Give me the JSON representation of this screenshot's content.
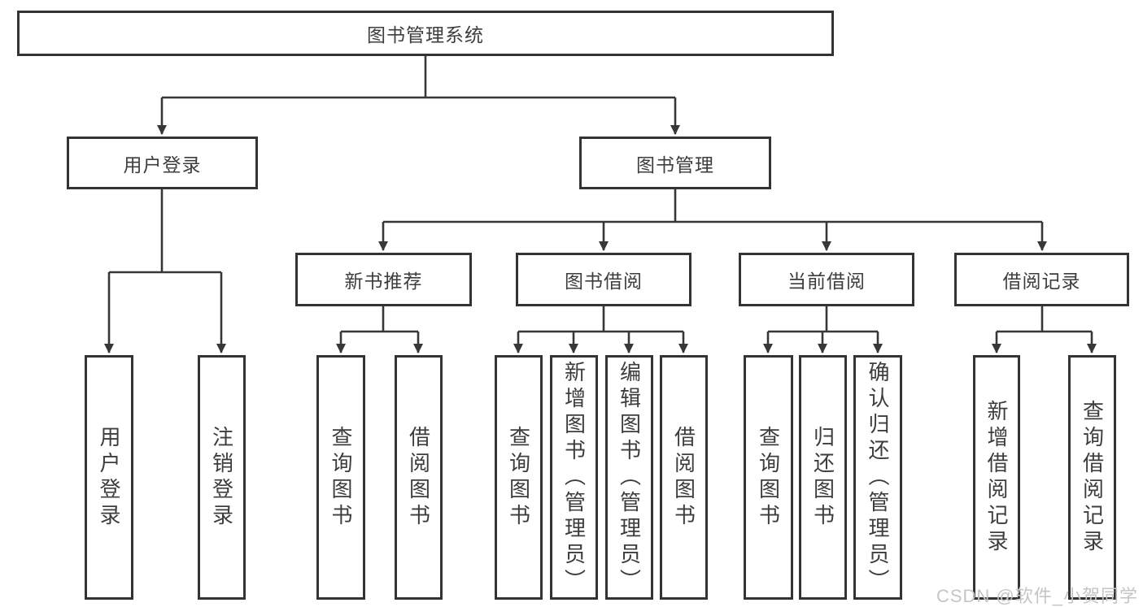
{
  "diagram": {
    "root": {
      "label": "图书管理系统"
    },
    "branches": [
      {
        "label": "用户登录",
        "leaves": [
          "用户登录",
          "注销登录"
        ]
      },
      {
        "label": "图书管理",
        "groups": [
          {
            "label": "新书推荐",
            "leaves": [
              "查询图书",
              "借阅图书"
            ]
          },
          {
            "label": "图书借阅",
            "leaves": [
              "查询图书",
              "新增图书（管理员）",
              "编辑图书（管理员）",
              "借阅图书"
            ]
          },
          {
            "label": "当前借阅",
            "leaves": [
              "查询图书",
              "归还图书",
              "确认归还（管理员）"
            ]
          },
          {
            "label": "借阅记录",
            "leaves": [
              "新增借阅记录",
              "查询借阅记录"
            ]
          }
        ]
      }
    ]
  },
  "colors": {
    "line": "#373737",
    "box_border": "#333333",
    "text": "#3d3d3d",
    "watermark": "#c5c5c5",
    "background": "#ffffff"
  },
  "watermark": {
    "text": "CSDN @软件_小贺同学"
  }
}
